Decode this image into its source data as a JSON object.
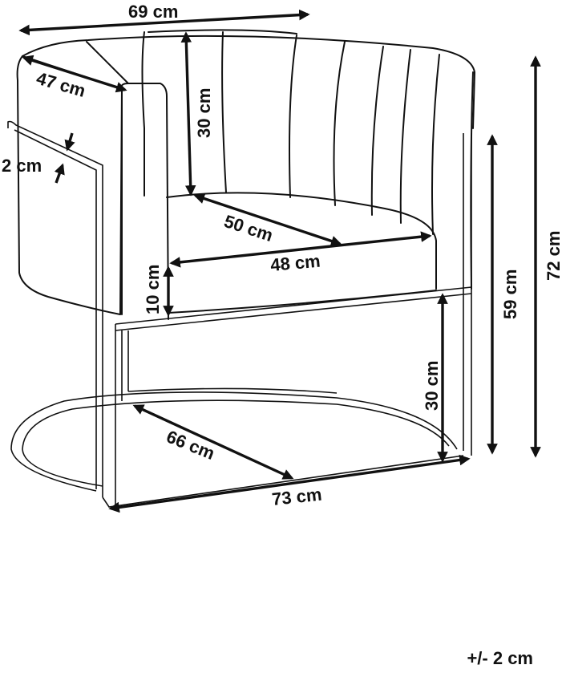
{
  "dimensions": {
    "overall_width": "69 cm",
    "armrest_depth": "47 cm",
    "backrest_height": "30 cm",
    "frame_thickness": "2 cm",
    "seat_depth": "50 cm",
    "seat_width": "48 cm",
    "seat_cushion_height": "10 cm",
    "seat_height": "59 cm",
    "overall_height": "72 cm",
    "base_height": "30 cm",
    "base_depth": "66 cm",
    "base_width": "73 cm"
  },
  "tolerance": "+/- 2 cm"
}
